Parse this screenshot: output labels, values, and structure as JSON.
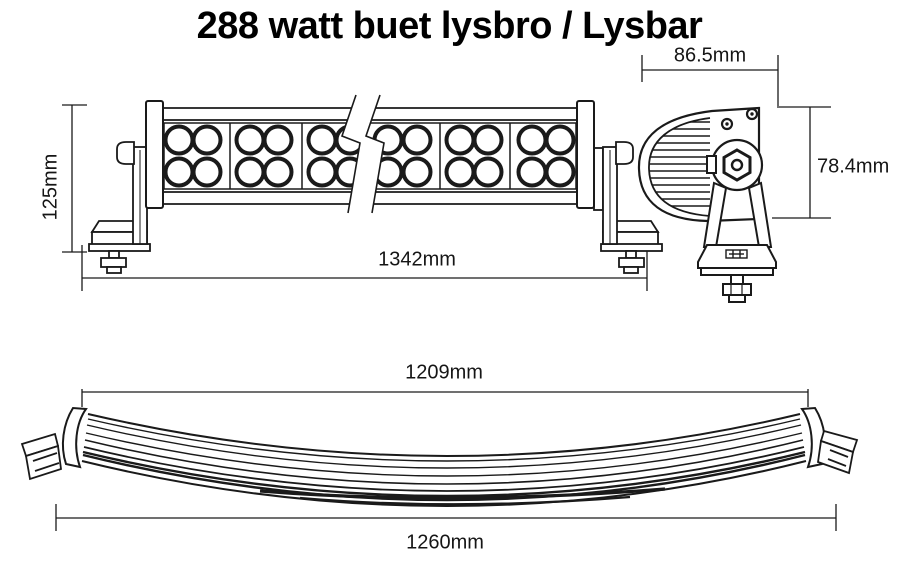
{
  "title": "288 watt buet lysbro / Lysbar",
  "colors": {
    "line": "#1a1a1a",
    "background": "#ffffff"
  },
  "front_view": {
    "height_label": "125mm",
    "length_label": "1342mm",
    "led_rows": 2,
    "led_columns_visible": 12
  },
  "side_view": {
    "width_label": "86.5mm",
    "height_label": "78.4mm"
  },
  "curved_view": {
    "inner_length_label": "1209mm",
    "outer_length_label": "1260mm"
  }
}
